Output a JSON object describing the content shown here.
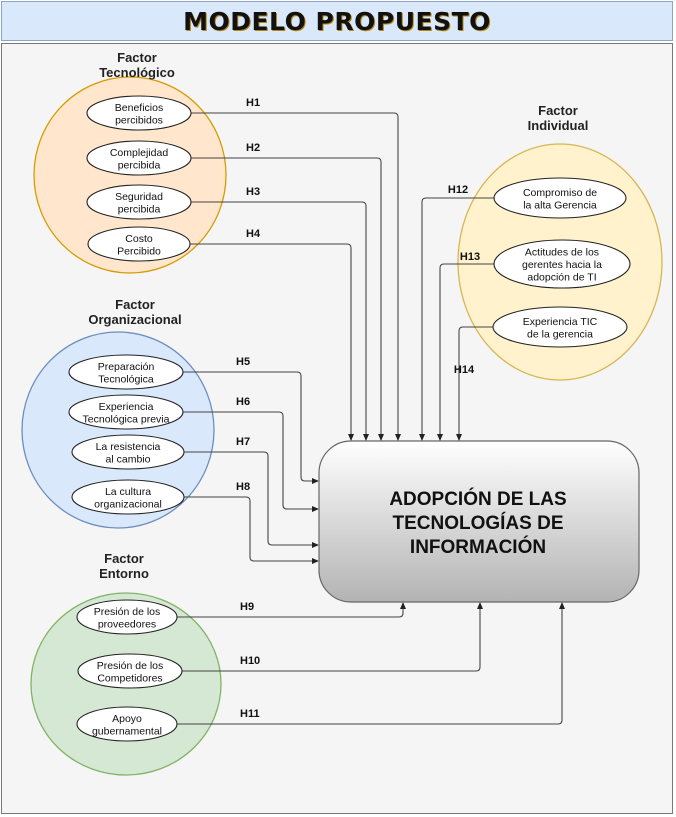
{
  "title": "MODELO PROPUESTO",
  "colors": {
    "title_bg": "#dae8fc",
    "tecnologico_fill": "#ffe6cc",
    "tecnologico_stroke": "#d79b00",
    "organizacional_fill": "#dae8fc",
    "organizacional_stroke": "#6c8ebf",
    "entorno_fill": "#d5e8d4",
    "entorno_stroke": "#82b366",
    "individual_fill": "#fff2cc",
    "individual_stroke": "#d6b656"
  },
  "factors": {
    "tecnologico": {
      "title": [
        "Factor",
        "Tecnológico"
      ],
      "nodes": [
        {
          "lines": [
            "Beneficios",
            "percibidos"
          ],
          "hypothesis": "H1"
        },
        {
          "lines": [
            "Complejidad",
            "percibida"
          ],
          "hypothesis": "H2"
        },
        {
          "lines": [
            "Seguridad",
            "percibida"
          ],
          "hypothesis": "H3"
        },
        {
          "lines": [
            "Costo",
            "Percibido"
          ],
          "hypothesis": "H4"
        }
      ]
    },
    "organizacional": {
      "title": [
        "Factor",
        "Organizacional"
      ],
      "nodes": [
        {
          "lines": [
            "Preparación",
            "Tecnológica"
          ],
          "hypothesis": "H5"
        },
        {
          "lines": [
            "Experiencia",
            "Tecnológica previa"
          ],
          "hypothesis": "H6"
        },
        {
          "lines": [
            "La resistencia",
            "al cambio"
          ],
          "hypothesis": "H7"
        },
        {
          "lines": [
            "La cultura",
            "organizacional"
          ],
          "hypothesis": "H8"
        }
      ]
    },
    "entorno": {
      "title": [
        "Factor",
        "Entorno"
      ],
      "nodes": [
        {
          "lines": [
            "Presión de los",
            "proveedores"
          ],
          "hypothesis": "H9"
        },
        {
          "lines": [
            "Presión de los",
            "Competidores"
          ],
          "hypothesis": "H10"
        },
        {
          "lines": [
            "Apoyo",
            "gubernamental"
          ],
          "hypothesis": "H11"
        }
      ]
    },
    "individual": {
      "title": [
        "Factor",
        "Individual"
      ],
      "nodes": [
        {
          "lines": [
            "Compromiso de",
            "la alta Gerencia"
          ],
          "hypothesis": "H12"
        },
        {
          "lines": [
            "Actitudes de los",
            "gerentes hacia la",
            "adopción de TI"
          ],
          "hypothesis": "H13"
        },
        {
          "lines": [
            "Experiencia TIC",
            "de la gerencia"
          ],
          "hypothesis": "H14"
        }
      ]
    }
  },
  "core": {
    "lines": [
      "ADOPCIÓN DE LAS",
      "TECNOLOGÍAS DE",
      "INFORMACIÓN"
    ]
  }
}
